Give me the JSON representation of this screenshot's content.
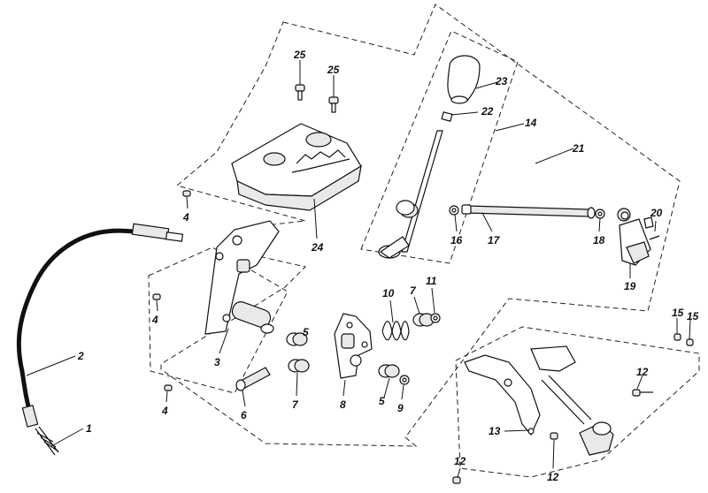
{
  "diagram": {
    "type": "exploded-parts-diagram",
    "callouts": [
      "1",
      "2",
      "3",
      "4",
      "4",
      "4",
      "5",
      "5",
      "6",
      "7",
      "7",
      "8",
      "9",
      "10",
      "11",
      "12",
      "12",
      "12",
      "13",
      "14",
      "15",
      "15",
      "16",
      "17",
      "18",
      "19",
      "20",
      "21",
      "22",
      "23",
      "24",
      "25",
      "25"
    ]
  }
}
